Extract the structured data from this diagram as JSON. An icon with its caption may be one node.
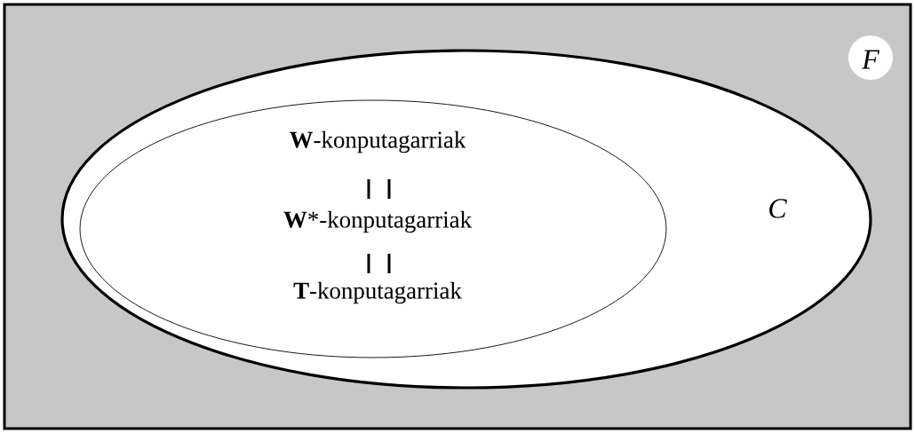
{
  "diagram": {
    "nodes": [
      {
        "text": [
          "C"
        ]
      },
      {
        "text": [
          "**W**-konputagarriak",
          "**W***-konputagarriak",
          "**T**-konputagarriak"
        ],
        "in": 0
      },
      {
        "text": [
          "F"
        ]
      }
    ]
  }
}
